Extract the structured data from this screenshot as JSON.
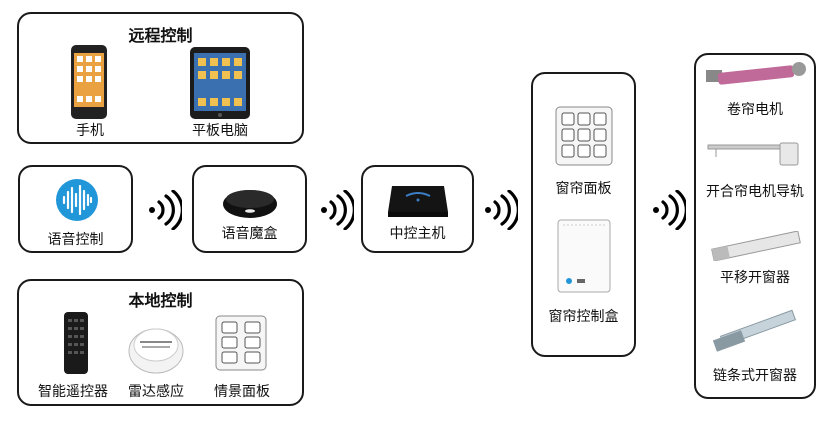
{
  "remote": {
    "title": "远程控制",
    "phone": "手机",
    "tablet": "平板电脑"
  },
  "local": {
    "title": "本地控制",
    "remote_ctrl": "智能遥控器",
    "radar": "雷达感应",
    "scene_panel": "情景面板"
  },
  "voice_control": "语音控制",
  "voice_box": "语音魔盒",
  "central_host": "中控主机",
  "curtain_panel": "窗帘面板",
  "curtain_box": "窗帘控制盒",
  "outputs": [
    "卷帘电机",
    "开合帘电机导轨",
    "平移开窗器",
    "链条式开窗器"
  ],
  "colors": {
    "voice_blue": "#2196d8",
    "motor_pink": "#c06a9a",
    "border": "#1a1a1a"
  },
  "icons": [
    "phone-icon",
    "tablet-icon",
    "sound-wave-icon",
    "smart-speaker-icon",
    "hub-icon",
    "wifi-signal-icon",
    "remote-control-icon",
    "radar-sensor-icon",
    "scene-panel-icon",
    "curtain-panel-icon",
    "curtain-box-icon",
    "roller-motor-icon",
    "curtain-track-icon",
    "sliding-opener-icon",
    "chain-opener-icon"
  ]
}
